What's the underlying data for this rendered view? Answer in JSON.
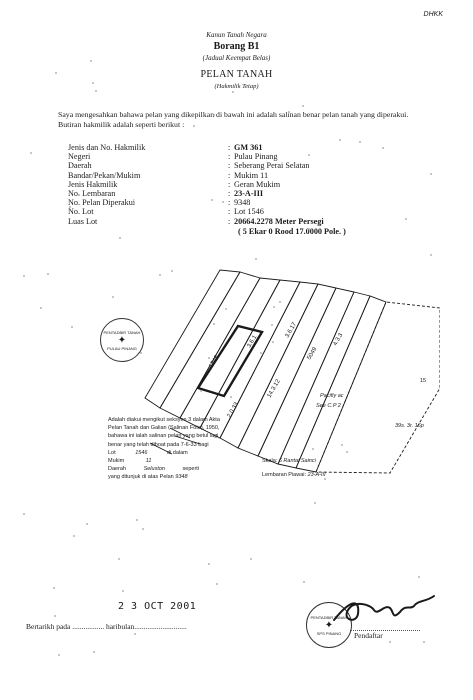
{
  "corner_tag": "DHKK",
  "header": {
    "act": "Kanun Tanah Negara",
    "form": "Borang B1",
    "schedule": "(Jadual Keempat Belas)",
    "title": "PELAN TANAH",
    "subtitle": "(Hakmilik Tetap)"
  },
  "intro": {
    "line1": "Saya mengesahkan bahawa pelan yang dikepilkan di bawah ini adalah salinan benar pelan tanah yang diperakui.",
    "line2": "Butiran hakmilik adalah seperti berikut :"
  },
  "details": [
    {
      "label": "Jenis dan No. Hakmilik",
      "value": "GM 361"
    },
    {
      "label": "Negeri",
      "value": "Pulau Pinang"
    },
    {
      "label": "Daerah",
      "value": "Seberang Perai Selatan"
    },
    {
      "label": "Bandar/Pekan/Mukim",
      "value": "Mukim 11"
    },
    {
      "label": "Jenis Hakmilik",
      "value": "Geran Mukim"
    },
    {
      "label": "No. Lembaran",
      "value": "23-A-III"
    },
    {
      "label": "No. Pelan Diperakui",
      "value": "9348"
    },
    {
      "label": "No. Lot",
      "value": "Lot 1546"
    },
    {
      "label": "Luas Lot",
      "value": "20664.2278 Meter Persegi"
    },
    {
      "label": "",
      "value": "( 5 Ekar 0 Rood 17.0000 Pole. )"
    }
  ],
  "plan": {
    "lot_label": "1546",
    "side_note_1": "Pacifiy ac",
    "side_note_2": "See C.P 2",
    "side_note_3": "15",
    "side_note_4": "39s. 3r. 16p"
  },
  "certificate": {
    "line1": "Adalah diakui mengikut seksyen 3 dalam Akta",
    "line2": "Pelan Tanah dan Galian (Salinan Foto), 1950,",
    "line3": "bahawa ini ialah salinan pelan yang betul lagi",
    "line4": "benar yang telah diboat pada 7-6-33 bagi",
    "lot_prefix": "Lot",
    "lot_value": "1546",
    "lot_suffix": "di dalam",
    "mukim_prefix": "Mukim",
    "mukim_value": "11",
    "daerah_prefix": "Daerah",
    "daerah_value": "Seluston",
    "daerah_suffix": "seperti",
    "plan_prefix": "yang ditunjuk di atas Pelan",
    "plan_value": "9348",
    "sheet_prefix": "Skala",
    "sheet_value": "6 Rantai Sainci",
    "lembaran_prefix": "Lembaran Piawai",
    "lembaran_value": "23-A-III"
  },
  "footer": {
    "date_stamp": "2 3 OCT 2001",
    "date_line": "Bertarikh pada ................. haribulan............................",
    "signatory": "Pendaftar"
  },
  "stamps": {
    "seal_left_top": "PENTADBIR TANAH",
    "seal_left_bottom": "PULAU PINANG",
    "seal_right_top": "PENTADBIR TANAH",
    "seal_right_bottom": "SPS PINANG"
  }
}
